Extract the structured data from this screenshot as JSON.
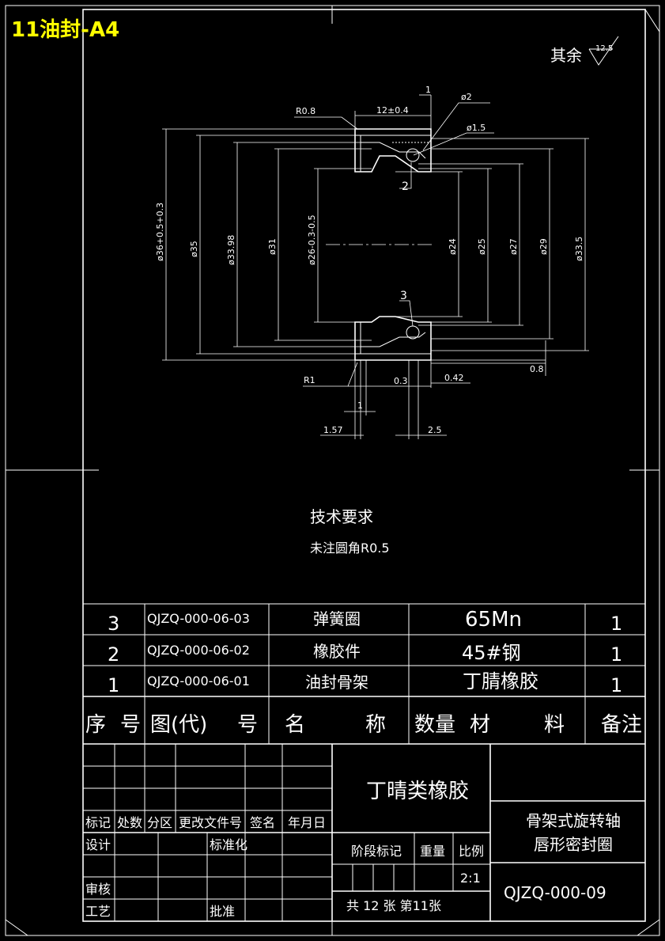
{
  "title_label": "11油封-A4",
  "surface_roughness": {
    "prefix": "其余",
    "value": "12.5"
  },
  "dimensions": {
    "r08": "R0.8",
    "width": "12±0.4",
    "d2": "ø2",
    "d15": "ø1.5",
    "d36": "ø36+0.5+0.3",
    "d35": "ø35",
    "d3398": "ø33.98",
    "d31": "ø31",
    "d26": "ø26-0.3-0.5",
    "d24": "ø24",
    "d25": "ø25",
    "d27": "ø27",
    "d29": "ø29",
    "d335": "ø33.5",
    "d08": "0.8",
    "r1": "R1",
    "d03": "0.3",
    "d042": "0.42",
    "d1": "1",
    "d157": "1.57",
    "d25b": "2.5"
  },
  "callouts": [
    "1",
    "2",
    "3"
  ],
  "tech": {
    "title": "技术要求",
    "item": "未注圆角R0.5"
  },
  "parts": [
    {
      "no": "3",
      "code": "QJZQ-000-06-03",
      "name": "弹簧圈",
      "material": "65Mn",
      "qty": "1"
    },
    {
      "no": "2",
      "code": "QJZQ-000-06-02",
      "name": "橡胶件",
      "material": "45#钢",
      "qty": "1"
    },
    {
      "no": "1",
      "code": "QJZQ-000-06-01",
      "name": "油封骨架",
      "material": "丁腈橡胶",
      "qty": "1"
    }
  ],
  "parts_header": {
    "no_a": "序",
    "no_b": "号",
    "code_a": "图(代)",
    "code_b": "号",
    "name_a": "名",
    "name_b": "称",
    "qty": "数量",
    "mat_a": "材",
    "mat_b": "料",
    "note": "备注"
  },
  "title_block": {
    "material": "丁晴类橡胶",
    "part_name_1": "骨架式旋转轴",
    "part_name_2": "唇形密封圈",
    "drawing_no": "QJZQ-000-09",
    "scale_label": "比例",
    "scale": "2:1",
    "stage_label": "阶段标记",
    "weight_label": "重量",
    "sheets": "共 12 张  第11张",
    "rev_headers": [
      "标记",
      "处数",
      "分区",
      "更改文件号",
      "签名",
      "年月日"
    ],
    "design": "设计",
    "standard": "标准化",
    "check": "审核",
    "process": "工艺",
    "approve": "批准"
  }
}
